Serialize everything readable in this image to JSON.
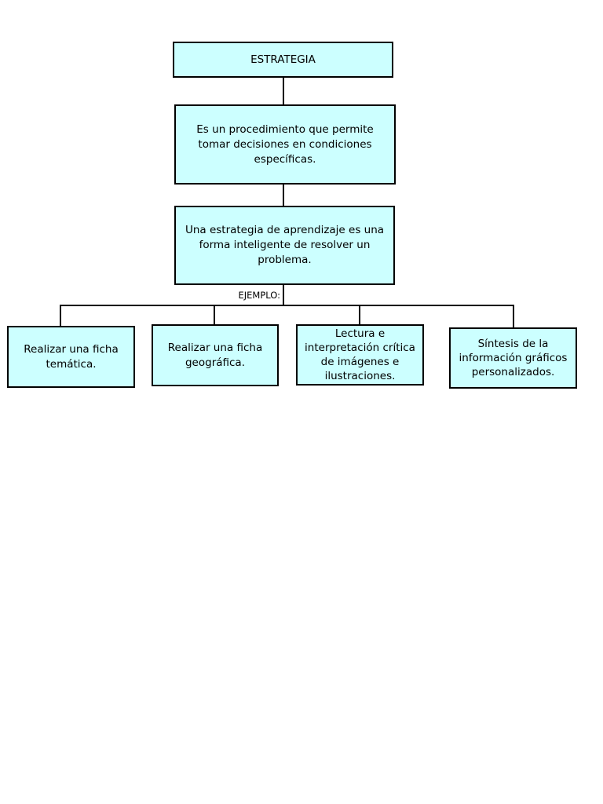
{
  "page": {
    "background_color": "#ffffff"
  },
  "diagram": {
    "type": "flowchart",
    "box_fill_color": "#ccffff",
    "box_border_color": "#000000",
    "connector_color": "#000000",
    "nodes": {
      "root": {
        "label": "ESTRATEGIA"
      },
      "definition1": {
        "text": "Es un procedimiento que permite tomar decisiones en condiciones específicas."
      },
      "definition2": {
        "text": "Una estrategia de aprendizaje es una forma inteligente de resolver un problema."
      },
      "branch_label": "EJEMPLO:",
      "examples": [
        {
          "text": "Realizar una ficha temática."
        },
        {
          "text": "Realizar una ficha geográfica."
        },
        {
          "text": "Lectura e interpretación crítica de imágenes e ilustraciones."
        },
        {
          "text": "Síntesis de la información gráficos personalizados."
        }
      ]
    },
    "edges": [
      {
        "from": "root",
        "to": "definition1"
      },
      {
        "from": "definition1",
        "to": "definition2"
      },
      {
        "from": "definition2",
        "to": "examples",
        "label": "EJEMPLO:"
      }
    ]
  }
}
